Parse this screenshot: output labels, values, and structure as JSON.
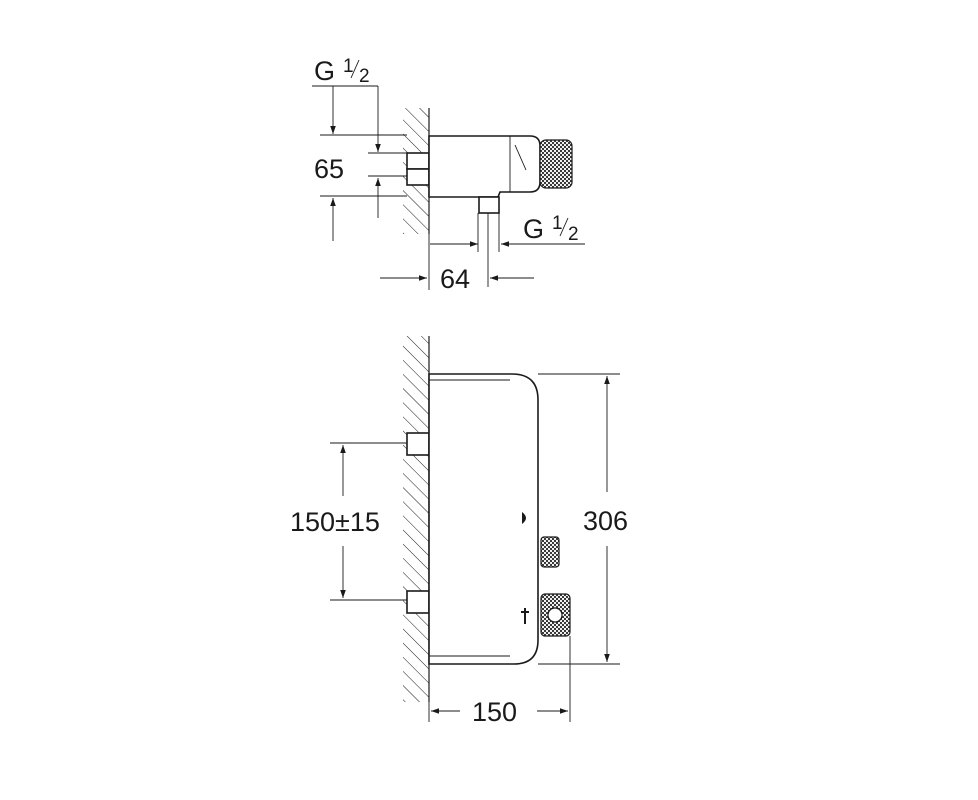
{
  "side_view": {
    "inlet_thread": {
      "prefix": "G",
      "num": "1",
      "den": "2"
    },
    "inlet_spacing": "65",
    "outlet_thread": {
      "prefix": "G",
      "num": "1",
      "den": "2"
    },
    "outlet_offset": "64"
  },
  "front_view": {
    "inlet_distance": "150±15",
    "height": "306",
    "width": "150"
  }
}
